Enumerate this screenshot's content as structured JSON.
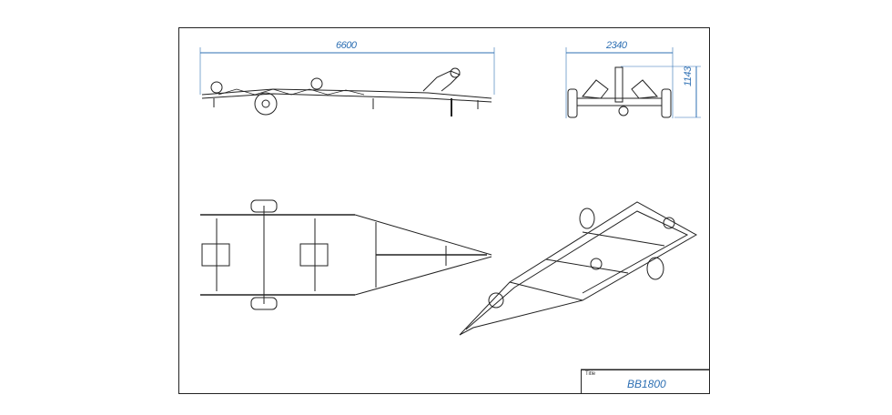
{
  "drawing": {
    "dimensions": {
      "length": "6600",
      "width": "2340",
      "height": "1143"
    },
    "title_block": {
      "label": "Title",
      "value": "BB1800"
    },
    "colors": {
      "dimension": "#2d6fb3",
      "line": "#222222"
    }
  }
}
